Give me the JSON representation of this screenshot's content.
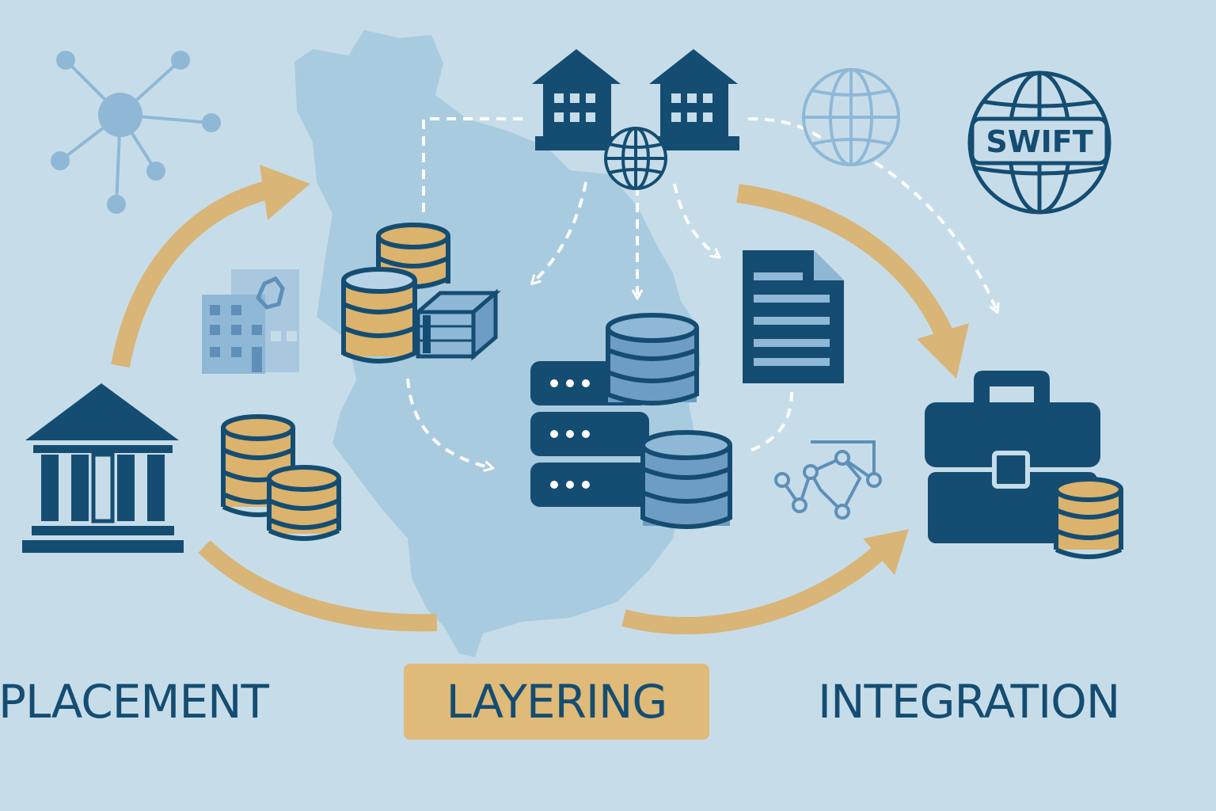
{
  "stages": {
    "placement": "PLACEMENT",
    "layering": "LAYERING",
    "integration": "INTEGRATION"
  },
  "highlighted_stage": "layering",
  "swift_badge": "SWIFT",
  "icons": [
    "network-hub-icon",
    "office-building-icon",
    "bank-icon",
    "coin-stack-icon",
    "money-bundle-icon",
    "twin-banks-icon",
    "globe-icon",
    "server-rack-icon",
    "database-icon",
    "document-icon",
    "graph-nodes-icon",
    "swift-globe-icon",
    "briefcase-icon"
  ],
  "colors": {
    "background": "#c6dde9",
    "map": "#a9cbe0",
    "primary_navy": "#154d72",
    "gold": "#d9b578",
    "gold_fill": "#dbb36d",
    "light_blue": "#8fb8d6",
    "label_highlight": "#dfba78"
  }
}
